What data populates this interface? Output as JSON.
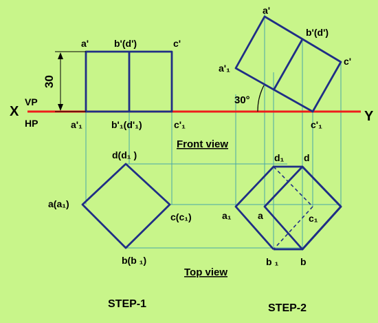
{
  "colors": {
    "background": "#c8f58a",
    "object_line": "#1f2e86",
    "xy_line": "#ee1c1c",
    "projector": "#49a7a7",
    "hidden_line": "#1f2e86",
    "text": "#000000"
  },
  "reference_line": {
    "x_label": "X",
    "y_label": "Y",
    "vp_label": "VP",
    "hp_label": "HP"
  },
  "step1": {
    "caption": "STEP-1",
    "front_view": {
      "caption": "Front view",
      "height_dim": "30",
      "labels": {
        "a_top": "a'",
        "bd_top": "b'(d')",
        "c_top": "c'",
        "a_bottom": "a'₁",
        "bd_bottom": "b'₁(d'₁)",
        "c_bottom": "c'₁"
      }
    },
    "top_view": {
      "caption": "Top view",
      "labels": {
        "d": "d(d₁ )",
        "a": "a(a₁)",
        "c": "c(c₁)",
        "b": "b(b ₁)"
      }
    }
  },
  "step2": {
    "caption": "STEP-2",
    "front_view": {
      "angle": "30°",
      "labels": {
        "a_top": "a'",
        "bd": "b'(d')",
        "c": "c'",
        "a1": "a'₁",
        "c1": "c'₁"
      }
    },
    "top_view": {
      "labels": {
        "d1": "d₁",
        "d": "d",
        "a1": "a₁",
        "a": "a",
        "c1": "c₁",
        "b1": "b ₁",
        "b": "b"
      }
    }
  }
}
